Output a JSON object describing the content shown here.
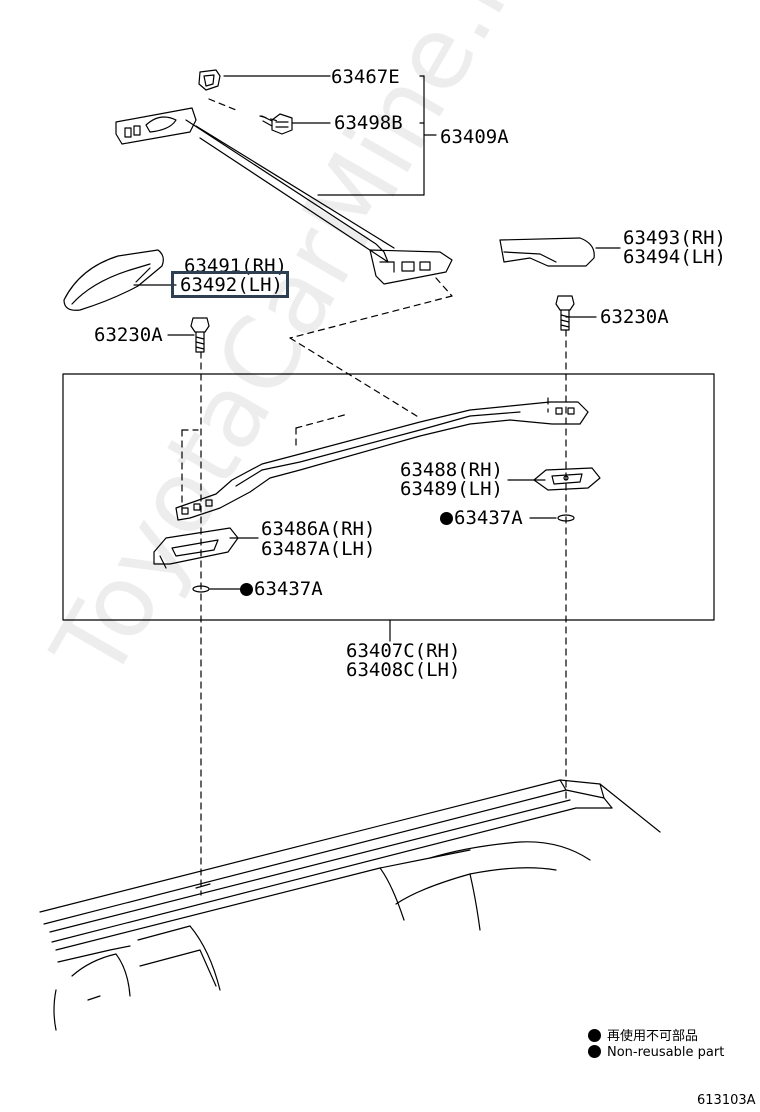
{
  "parts": {
    "p63467E": "63467E",
    "p63498B": "63498B",
    "p63409A": "63409A",
    "p63491_rh": "63491(RH)",
    "p63492_lh": "63492(LH)",
    "p63493_rh": "63493(RH)",
    "p63494_lh": "63494(LH)",
    "p63230A_left": "63230A",
    "p63230A_right": "63230A",
    "p63488_rh": "63488(RH)",
    "p63489_lh": "63489(LH)",
    "p63437A_right": "63437A",
    "p63486A_rh": "63486A(RH)",
    "p63487A_lh": "63487A(LH)",
    "p63437A_left": "63437A",
    "p63407C_rh": "63407C(RH)",
    "p63408C_lh": "63408C(LH)"
  },
  "legend": {
    "japanese": "再使用不可部品",
    "english": "Non-reusable part"
  },
  "figure_number": "613103A",
  "watermark": "ToyotaCarMine.ru"
}
